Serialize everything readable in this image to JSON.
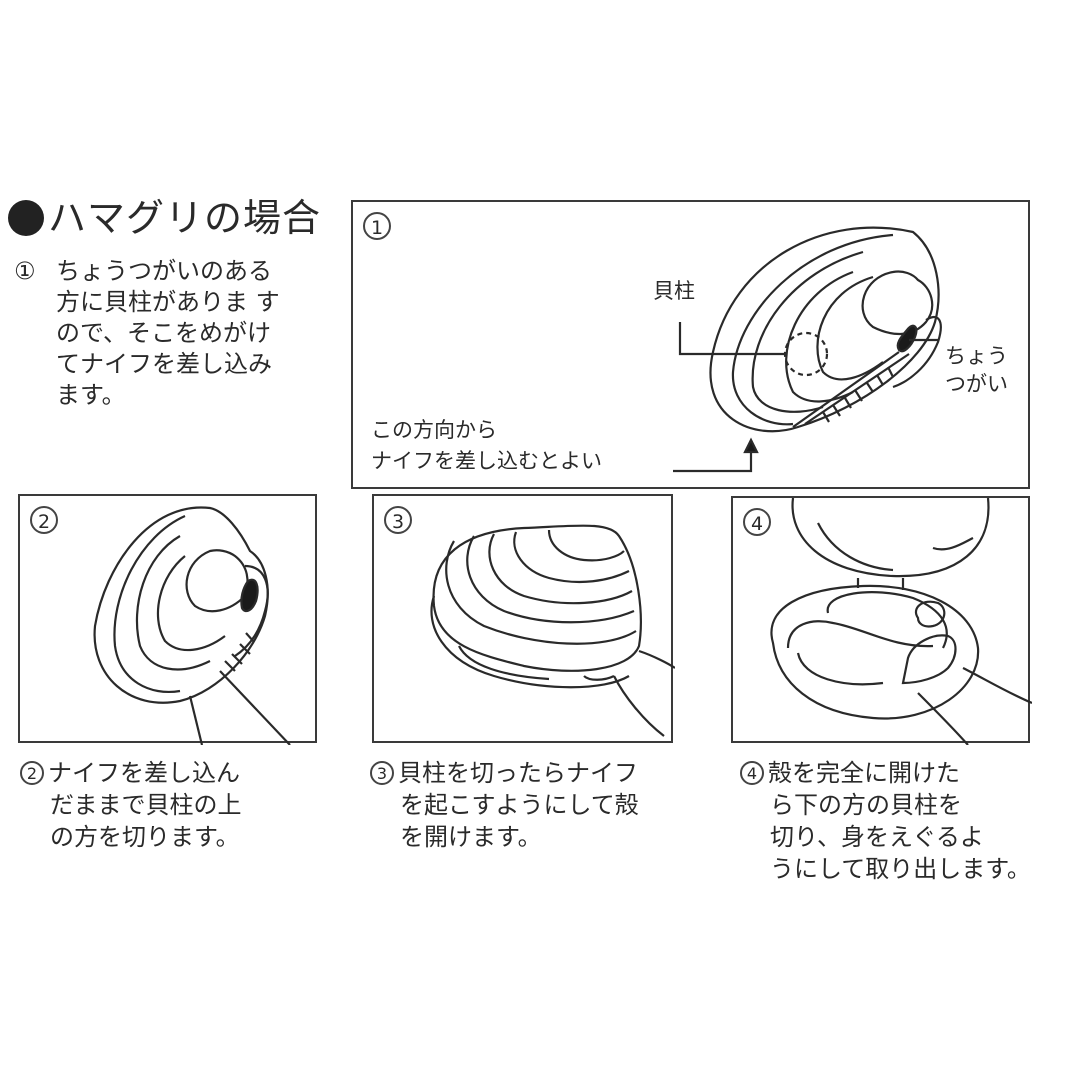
{
  "title": "ハマグリの場合",
  "title_bullet": "●",
  "step1": {
    "number": "①",
    "lines": [
      "ちょうつがいのある",
      "方に貝柱がありま す",
      "ので、そこをめがけ",
      "てナイフを差し込み",
      "ます。"
    ]
  },
  "panel1": {
    "number": "1",
    "label_adductor": "貝柱",
    "label_hinge_lines": [
      "ちょう",
      "つがい"
    ],
    "label_direction_lines": [
      "この方向から",
      "ナイフを差し込むとよい"
    ]
  },
  "panel2": {
    "number": "2"
  },
  "panel3": {
    "number": "3"
  },
  "panel4": {
    "number": "4"
  },
  "captions": [
    {
      "number": "2",
      "lines": [
        "ナイフを差し込ん",
        "だままで貝柱の上",
        "の方を切ります。"
      ]
    },
    {
      "number": "3",
      "lines": [
        "貝柱を切ったらナイフ",
        "を起こすようにして殻",
        "を開けます。"
      ]
    },
    {
      "number": "4",
      "lines": [
        "殻を完全に開けた",
        "ら下の方の貝柱を",
        "切り、身をえぐるよ",
        "うにして取り出します。"
      ]
    }
  ],
  "colors": {
    "ink": "#2a2a2a",
    "background": "#ffffff"
  }
}
